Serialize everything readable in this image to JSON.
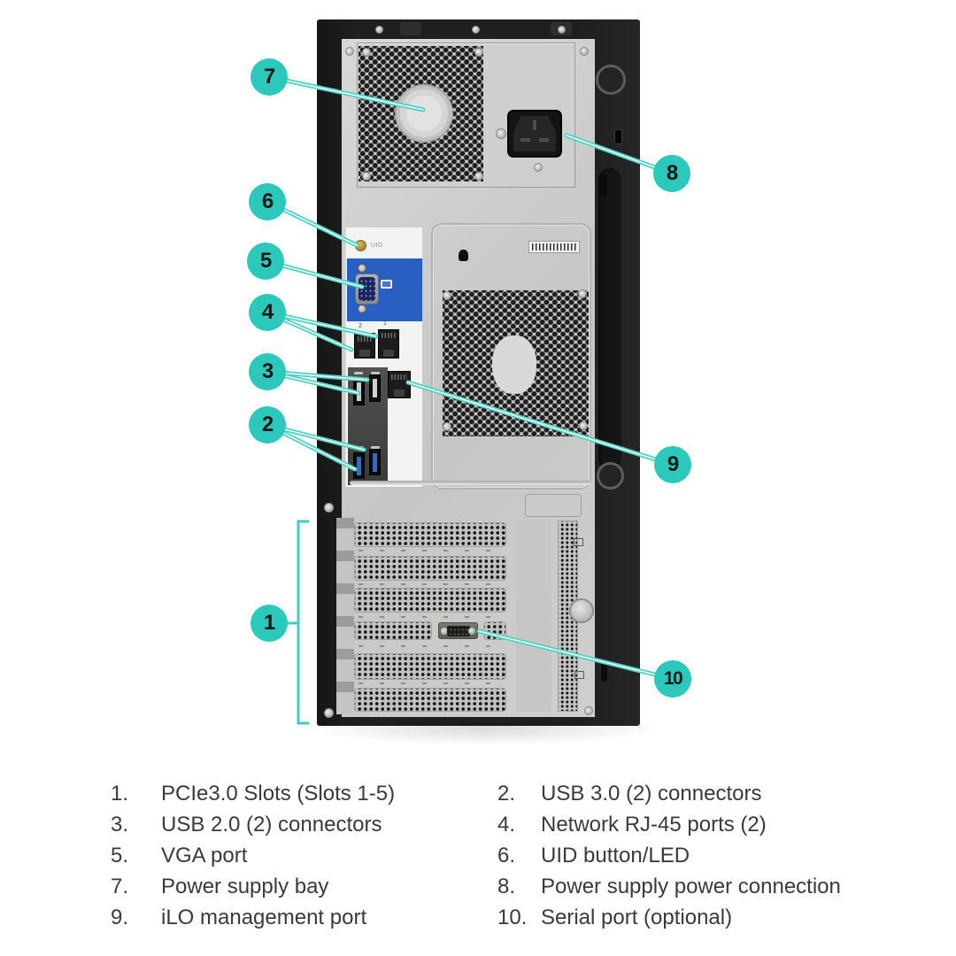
{
  "diagram": {
    "subject": "Tower server rear view with numbered component callouts"
  },
  "colors": {
    "callout_teal": "#2cc8bc",
    "leader_line_teal": "#4fd0c5",
    "vga_panel_blue": "#2a5fc2",
    "chassis_black": "#1f1f1f",
    "panel_silver": "#c9c9c7"
  },
  "callouts": {
    "numbers": [
      "1",
      "2",
      "3",
      "4",
      "5",
      "6",
      "7",
      "8",
      "9",
      "10"
    ]
  },
  "server_labels": {
    "uid": "UID",
    "nic_port_2": "2",
    "nic_port_1": "1"
  },
  "legend": {
    "items": [
      {
        "num": "1.",
        "label": "PCIe3.0 Slots (Slots 1-5)"
      },
      {
        "num": "2.",
        "label": "USB 3.0 (2) connectors"
      },
      {
        "num": "3.",
        "label": "USB 2.0 (2) connectors"
      },
      {
        "num": "4.",
        "label": "Network RJ-45 ports (2)"
      },
      {
        "num": "5.",
        "label": "VGA port"
      },
      {
        "num": "6.",
        "label": "UID button/LED"
      },
      {
        "num": "7.",
        "label": "Power supply bay"
      },
      {
        "num": "8.",
        "label": "Power supply power connection"
      },
      {
        "num": "9.",
        "label": "iLO management port"
      },
      {
        "num": "10.",
        "label": "Serial port (optional)"
      }
    ]
  }
}
